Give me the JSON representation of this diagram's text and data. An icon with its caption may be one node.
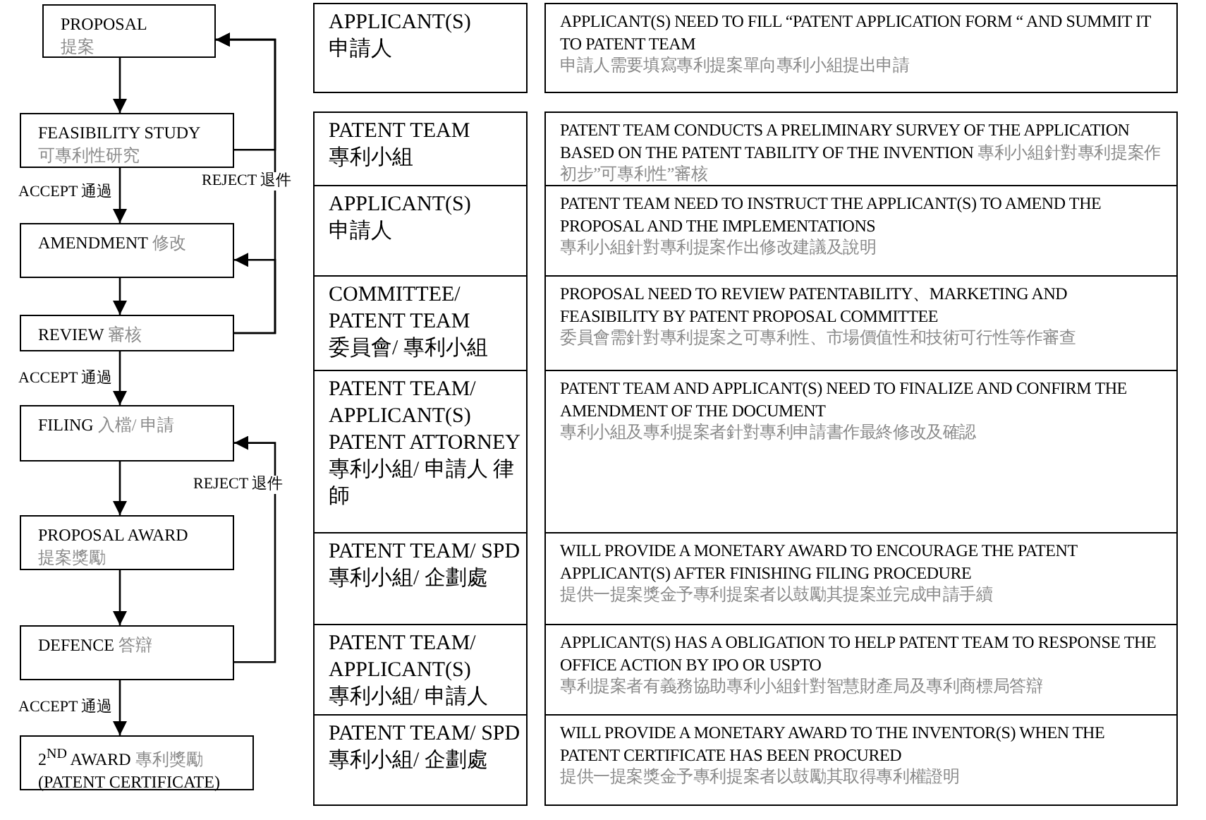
{
  "diagram": {
    "nodes": [
      {
        "text": [
          "PROPOSAL",
          "提案"
        ]
      },
      {
        "text": [
          "FEASIBILITY STUDY",
          "可專利性研究"
        ]
      },
      {
        "text": [
          "AMENDMENT",
          "修改"
        ]
      },
      {
        "text": [
          "REVIEW",
          "審核"
        ]
      },
      {
        "text": [
          "FILING",
          "入檔/ 申請"
        ]
      },
      {
        "text": [
          "PROPOSAL AWARD",
          "提案獎勵"
        ]
      },
      {
        "text": [
          "DEFENCE",
          "答辯"
        ]
      },
      {
        "text": [
          "2$^{ND}$ AWARD",
          "專利獎勵",
          "(PATENT CERTIFICATE)"
        ]
      },
      {
        "text": [
          "APPLICANT(S)",
          "申請人"
        ]
      },
      {
        "text": [
          "APPLICANT(S) NEED TO FILL “PATENT APPLICATION FORM “ AND SUMMIT IT TO PATENT TEAM",
          "申請人需要填寫專利提案單向專利小組提出申請"
        ]
      },
      {
        "text": [
          "PATENT TEAM",
          "專利小組"
        ]
      },
      {
        "text": [
          "PATENT TEAM CONDUCTS A PRELIMINARY SURVEY OF THE APPLICATION BASED ON THE PATENT TABILITY OF THE INVENTION",
          "專利小組針對專利提案作初步”可專利性”審核"
        ]
      },
      {
        "text": [
          "APPLICANT(S)",
          "申請人"
        ]
      },
      {
        "text": [
          "PATENT TEAM NEED TO INSTRUCT THE APPLICANT(S) TO AMEND THE PROPOSAL AND THE IMPLEMENTATIONS",
          "專利小組針對專利提案作出修改建議及說明"
        ]
      },
      {
        "text": [
          "COMMITTEE/ PATENT TEAM",
          "委員會/ 專利小組"
        ]
      },
      {
        "text": [
          "PROPOSAL NEED TO REVIEW PATENTABILITY、MARKETING AND FEASIBILITY BY PATENT PROPOSAL COMMITTEE",
          "委員會需針對專利提案之可專利性、市場價值性和技術可行性等作審查"
        ]
      },
      {
        "text": [
          "PATENT TEAM/ APPLICANT(S) PATENT ATTORNEY",
          "專利小組/ 申請人 律師"
        ]
      },
      {
        "text": [
          "PATENT TEAM AND APPLICANT(S) NEED TO FINALIZE AND CONFIRM THE AMENDMENT OF THE DOCUMENT",
          "專利小組及專利提案者針對專利申請書作最終修改及確認"
        ]
      },
      {
        "text": [
          "PATENT TEAM/ SPD",
          "專利小組/ 企劃處"
        ]
      },
      {
        "text": [
          "WILL PROVIDE A MONETARY AWARD TO ENCOURAGE THE PATENT APPLICANT(S) AFTER FINISHING FILING PROCEDURE",
          "提供一提案獎金予專利提案者以鼓勵其提案並完成申請手續"
        ]
      },
      {
        "text": [
          "PATENT TEAM/ APPLICANT(S)",
          "專利小組/ 申請人"
        ]
      },
      {
        "text": [
          "APPLICANT(S) HAS A OBLIGATION TO HELP PATENT TEAM TO RESPONSE THE OFFICE ACTION BY IPO OR USPTO",
          "專利提案者有義務協助專利小組針對智慧財產局及專利商標局答辯"
        ]
      },
      {
        "text": [
          "PATENT TEAM/ SPD",
          "專利小組/ 企劃處"
        ]
      },
      {
        "text": [
          "WILL PROVIDE A MONETARY AWARD TO THE INVENTOR(S) WHEN THE PATENT CERTIFICATE HAS BEEN PROCURED",
          "提供一提案獎金予專利提案者以鼓勵其取得專利權證明"
        ]
      }
    ],
    "edges": [
      {
        "from": 0,
        "to": 1,
        "arrow": "to"
      },
      {
        "from": 1,
        "to": 2,
        "arrow": "to",
        "label": "ACCEPT 通過"
      },
      {
        "from": 2,
        "to": 3,
        "arrow": "to"
      },
      {
        "from": 3,
        "to": 4,
        "arrow": "to",
        "label": "ACCEPT 通過"
      },
      {
        "from": 4,
        "to": 5,
        "arrow": "to"
      },
      {
        "from": 5,
        "to": 6,
        "arrow": "to"
      },
      {
        "from": 6,
        "to": 7,
        "arrow": "to",
        "label": "ACCEPT 通過"
      },
      {
        "from": 1,
        "to": 0,
        "arrow": "to"
      },
      {
        "from": 3,
        "to": 2,
        "arrow": "to"
      },
      {
        "from": 3,
        "to": 0,
        "arrow": "to",
        "label": "REJECT 退件"
      },
      {
        "from": 6,
        "to": 4,
        "arrow": "to",
        "label": "REJECT 退件"
      }
    ]
  }
}
